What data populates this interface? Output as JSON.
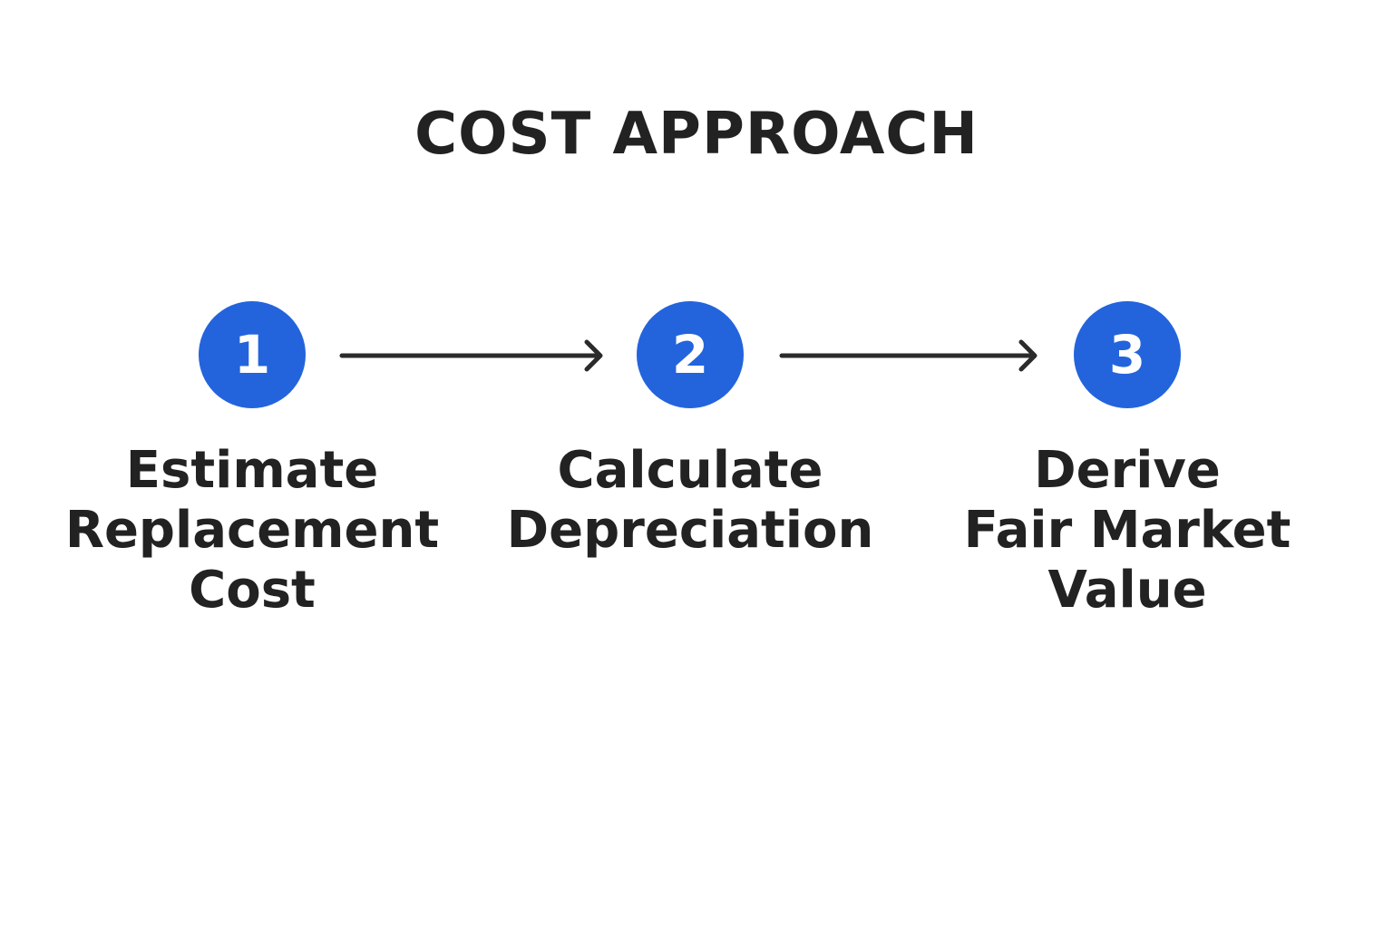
{
  "title": "COST APPROACH",
  "accent_color": "#2364dd",
  "steps": [
    {
      "number": "1",
      "label_lines": [
        "Estimate",
        "Replacement",
        "Cost"
      ]
    },
    {
      "number": "2",
      "label_lines": [
        "Calculate",
        "Depreciation"
      ]
    },
    {
      "number": "3",
      "label_lines": [
        "Derive",
        "Fair Market",
        "Value"
      ]
    }
  ]
}
